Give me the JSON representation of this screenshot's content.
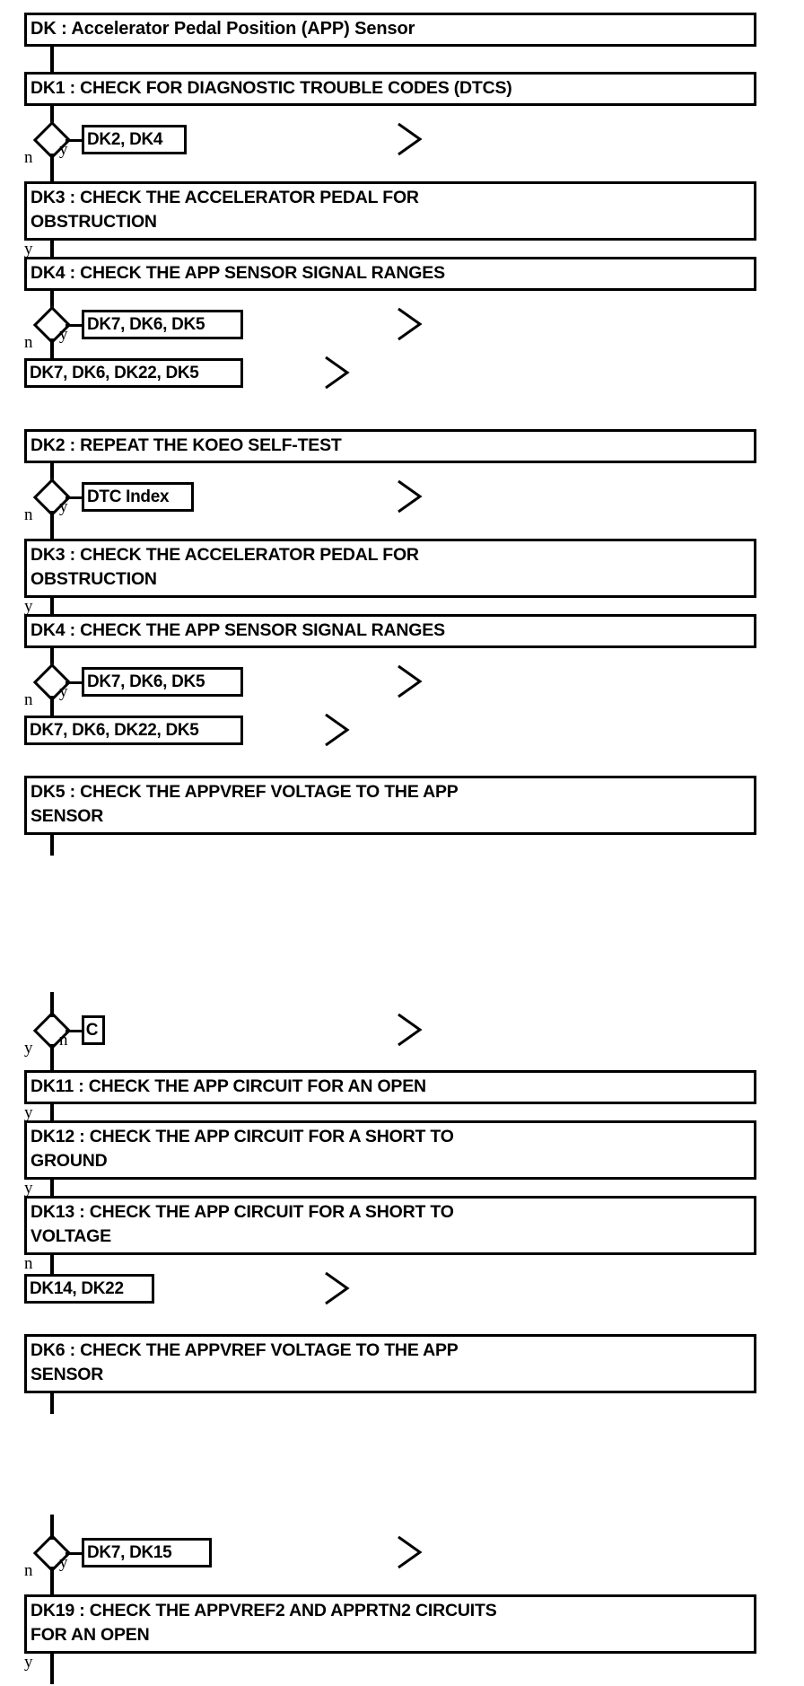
{
  "diagram": {
    "type": "flowchart",
    "title": "DK : Accelerator Pedal Position (APP) Sensor",
    "branch_labels": {
      "yes": "y",
      "no": "n"
    },
    "nodes": [
      {
        "id": "title",
        "kind": "title",
        "text": "DK : Accelerator Pedal Position (APP) Sensor"
      },
      {
        "id": "dk1",
        "kind": "step",
        "text": "DK1 : CHECK FOR DIAGNOSTIC TROUBLE CODES (DTCS)"
      },
      {
        "id": "d1",
        "kind": "decision",
        "yes_target": "DK2, DK4",
        "no_target": "dk3a"
      },
      {
        "id": "r1",
        "kind": "ref",
        "text": "DK2, DK4"
      },
      {
        "id": "dk3a",
        "kind": "step",
        "text": "DK3 : CHECK THE ACCELERATOR PEDAL FOR\nOBSTRUCTION"
      },
      {
        "id": "dk4a",
        "kind": "step",
        "text": "DK4 : CHECK THE APP SENSOR SIGNAL RANGES"
      },
      {
        "id": "d2",
        "kind": "decision",
        "yes_target": "DK7, DK6, DK5",
        "no_target": "r3"
      },
      {
        "id": "r2",
        "kind": "ref",
        "text": "DK7, DK6, DK5"
      },
      {
        "id": "r3",
        "kind": "ref",
        "text": "DK7, DK6, DK22, DK5"
      },
      {
        "id": "dk2",
        "kind": "step",
        "text": "DK2 : REPEAT THE KOEO SELF-TEST"
      },
      {
        "id": "d3",
        "kind": "decision",
        "yes_target": "DTC Index",
        "no_target": "dk3b"
      },
      {
        "id": "r4",
        "kind": "ref",
        "text": "DTC Index"
      },
      {
        "id": "dk3b",
        "kind": "step",
        "text": "DK3 : CHECK THE ACCELERATOR PEDAL FOR\nOBSTRUCTION"
      },
      {
        "id": "dk4b",
        "kind": "step",
        "text": "DK4 : CHECK THE APP SENSOR SIGNAL RANGES"
      },
      {
        "id": "d4",
        "kind": "decision",
        "yes_target": "DK7, DK6, DK5",
        "no_target": "r6"
      },
      {
        "id": "r5",
        "kind": "ref",
        "text": "DK7, DK6, DK5"
      },
      {
        "id": "r6",
        "kind": "ref",
        "text": "DK7, DK6, DK22, DK5"
      },
      {
        "id": "dk5",
        "kind": "step",
        "text": "DK5 : CHECK THE APPVREF VOLTAGE TO THE APP\nSENSOR"
      },
      {
        "id": "d5",
        "kind": "decision",
        "yes_target": "dk11",
        "no_target": "C"
      },
      {
        "id": "r7",
        "kind": "ref",
        "text": "C"
      },
      {
        "id": "dk11",
        "kind": "step",
        "text": "DK11 : CHECK THE APP CIRCUIT FOR AN OPEN"
      },
      {
        "id": "dk12",
        "kind": "step",
        "text": "DK12 : CHECK THE APP CIRCUIT FOR A SHORT TO\nGROUND"
      },
      {
        "id": "dk13",
        "kind": "step",
        "text": "DK13 : CHECK THE APP CIRCUIT FOR A SHORT TO\nVOLTAGE"
      },
      {
        "id": "r8",
        "kind": "ref",
        "text": "DK14, DK22"
      },
      {
        "id": "dk6",
        "kind": "step",
        "text": "DK6 : CHECK THE APPVREF VOLTAGE TO THE APP\nSENSOR"
      },
      {
        "id": "d6",
        "kind": "decision",
        "yes_target": "DK7, DK15",
        "no_target": "dk19"
      },
      {
        "id": "r9",
        "kind": "ref",
        "text": "DK7, DK15"
      },
      {
        "id": "dk19",
        "kind": "step",
        "text": "DK19 : CHECK THE APPVREF2 AND APPRTN2 CIRCUITS\nFOR AN OPEN"
      }
    ],
    "edge_labels": [
      {
        "id": "e1n",
        "text": "n"
      },
      {
        "id": "e1y",
        "text": "y"
      },
      {
        "id": "e2y",
        "text": "y"
      },
      {
        "id": "e3n",
        "text": "n"
      },
      {
        "id": "e3y",
        "text": "y"
      },
      {
        "id": "e4n",
        "text": "n"
      },
      {
        "id": "e4y",
        "text": "y"
      },
      {
        "id": "e5y",
        "text": "y"
      },
      {
        "id": "e6n",
        "text": "n"
      },
      {
        "id": "e6y",
        "text": "y"
      },
      {
        "id": "e7y",
        "text": "y"
      },
      {
        "id": "e7n",
        "text": "n"
      },
      {
        "id": "e8y",
        "text": "y"
      },
      {
        "id": "e9y",
        "text": "y"
      },
      {
        "id": "e10n",
        "text": "n"
      },
      {
        "id": "e11n",
        "text": "n"
      },
      {
        "id": "e11y",
        "text": "y"
      },
      {
        "id": "e12y",
        "text": "y"
      }
    ]
  }
}
